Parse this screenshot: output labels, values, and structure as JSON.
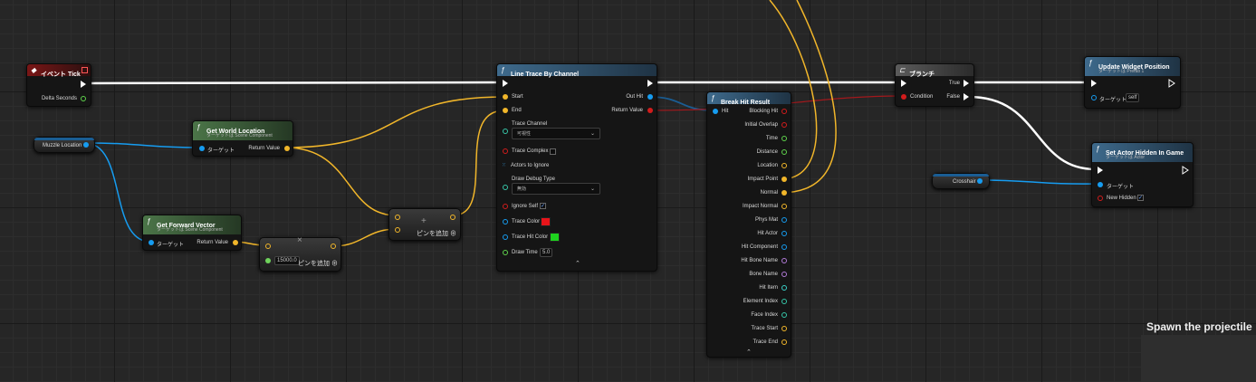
{
  "event_tick": {
    "title": "イベント Tick",
    "out_delta": "Delta Seconds"
  },
  "muzzle_var": {
    "label": "Muzzle Location"
  },
  "get_world_location": {
    "title": "Get World Location",
    "subtitle": "ターゲットは Scene Component",
    "in_target": "ターゲット",
    "out_return": "Return Value"
  },
  "get_forward_vector": {
    "title": "Get Forward Vector",
    "subtitle": "ターゲットは Scene Component",
    "in_target": "ターゲット",
    "out_return": "Return Value"
  },
  "multiply_node": {
    "operator": "×",
    "value": "15000.0",
    "add_pin": "ピンを追加"
  },
  "add_node": {
    "operator": "+",
    "add_pin": "ピンを追加"
  },
  "line_trace": {
    "title": "Line Trace By Channel",
    "in_start": "Start",
    "in_end": "End",
    "trace_channel_label": "Trace Channel",
    "trace_channel_value": "可視性",
    "trace_complex": "Trace Complex",
    "actors_to_ignore": "Actors to Ignore",
    "draw_debug_label": "Draw Debug Type",
    "draw_debug_value": "無効",
    "ignore_self": "Ignore Self",
    "trace_color": "Trace Color",
    "trace_hit_color": "Trace Hit Color",
    "draw_time": "Draw Time",
    "draw_time_value": "5.0",
    "out_hit": "Out Hit",
    "out_return": "Return Value",
    "trace_color_hex": "#e8141a",
    "trace_hit_color_hex": "#1ed21e"
  },
  "break_hit": {
    "title": "Break Hit Result",
    "in_hit": "Hit",
    "outputs": [
      "Blocking Hit",
      "Initial Overlap",
      "Time",
      "Distance",
      "Location",
      "Impact Point",
      "Normal",
      "Impact Normal",
      "Phys Mat",
      "Hit Actor",
      "Hit Component",
      "Hit Bone Name",
      "Bone Name",
      "Hit Item",
      "Element Index",
      "Face Index",
      "Trace Start",
      "Trace End"
    ]
  },
  "branch": {
    "title": "ブランチ",
    "in_condition": "Condition",
    "out_true": "True",
    "out_false": "False"
  },
  "update_widget": {
    "title": "Update Widget Position",
    "subtitle": "ターゲットは Prefab 1",
    "in_target": "ターゲット",
    "target_value": "self"
  },
  "set_hidden": {
    "title": "Set Actor Hidden In Game",
    "subtitle": "ターゲットは Actor",
    "in_target": "ターゲット",
    "new_hidden": "New Hidden"
  },
  "crosshair_var": {
    "label": "Crosshair"
  },
  "comment": {
    "text": "Spawn the projectile"
  },
  "colors": {
    "exec": "#ffffff",
    "vector": "#f1b62a",
    "object": "#169cf0",
    "bool": "#d21c1c"
  }
}
